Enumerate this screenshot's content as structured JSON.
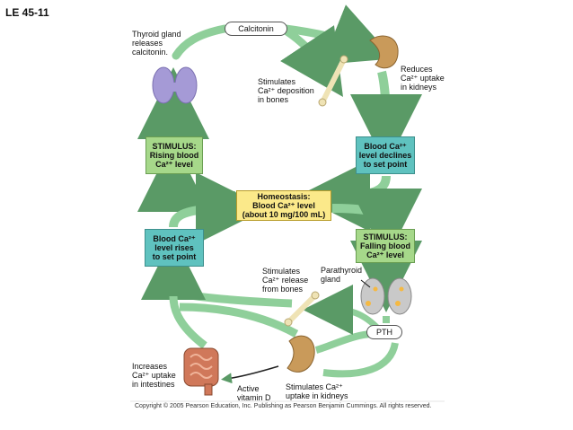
{
  "figure_id": "LE 45-11",
  "labels": {
    "calcitonin": "Calcitonin",
    "thyroid": "Thyroid gland\nreleases\ncalcitonin.",
    "stim_deposition": "Stimulates\nCa²⁺ deposition\nin bones",
    "reduces_uptake": "Reduces\nCa²⁺ uptake\nin kidneys",
    "stim_rising": "STIMULUS:\nRising blood\nCa²⁺ level",
    "declines": "Blood Ca²⁺\nlevel declines\nto set point",
    "homeostasis": "Homeostasis:\nBlood Ca²⁺ level\n(about 10 mg/100 mL)",
    "rises": "Blood Ca²⁺\nlevel rises\nto set point",
    "stim_falling": "STIMULUS:\nFalling blood\nCa²⁺ level",
    "stim_release": "Stimulates\nCa²⁺ release\nfrom bones",
    "parathyroid": "Parathyroid\ngland",
    "pth": "PTH",
    "intestines": "Increases\nCa²⁺ uptake\nin intestines",
    "vitamin_d": "Active\nvitamin D",
    "kidney_uptake": "Stimulates Ca²⁺\nuptake in kidneys"
  },
  "copyright": "Copyright © 2005 Pearson Education, Inc. Publishing as Pearson Benjamin Cummings. All rights reserved.",
  "colors": {
    "arrow_fill": "#8fcf9a",
    "arrow_stroke": "#5a9a66",
    "box_teal": "#5fc2bf",
    "box_green": "#a6d88a",
    "box_yellow": "#fbe98a",
    "thyroid": "#a59ad6",
    "kidney": "#c99a5a",
    "intestine": "#d0785a",
    "parathyroid_dot": "#f5b942"
  }
}
